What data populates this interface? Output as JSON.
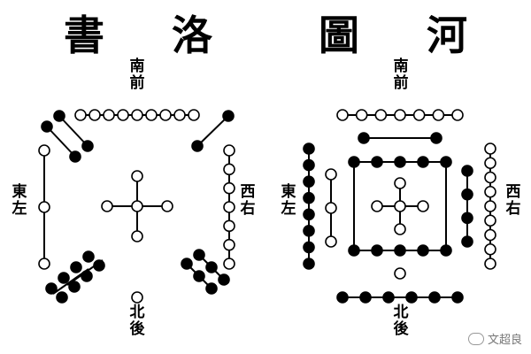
{
  "titles": {
    "luoshu": "書 洛",
    "hetu": "圖 河"
  },
  "luoshu_labels": {
    "top": [
      "南",
      "前"
    ],
    "bottom": [
      "北",
      "後"
    ],
    "left": [
      "東",
      "左"
    ],
    "right": [
      "西",
      "右"
    ]
  },
  "hetu_labels": {
    "top": [
      "南",
      "前"
    ],
    "bottom": [
      "北",
      "後"
    ],
    "left": [
      "東",
      "左"
    ],
    "right": [
      "西",
      "右"
    ]
  },
  "watermark": "文超良",
  "colors": {
    "ink": "#000000",
    "paper": "#ffffff",
    "watermark": "#777777"
  }
}
